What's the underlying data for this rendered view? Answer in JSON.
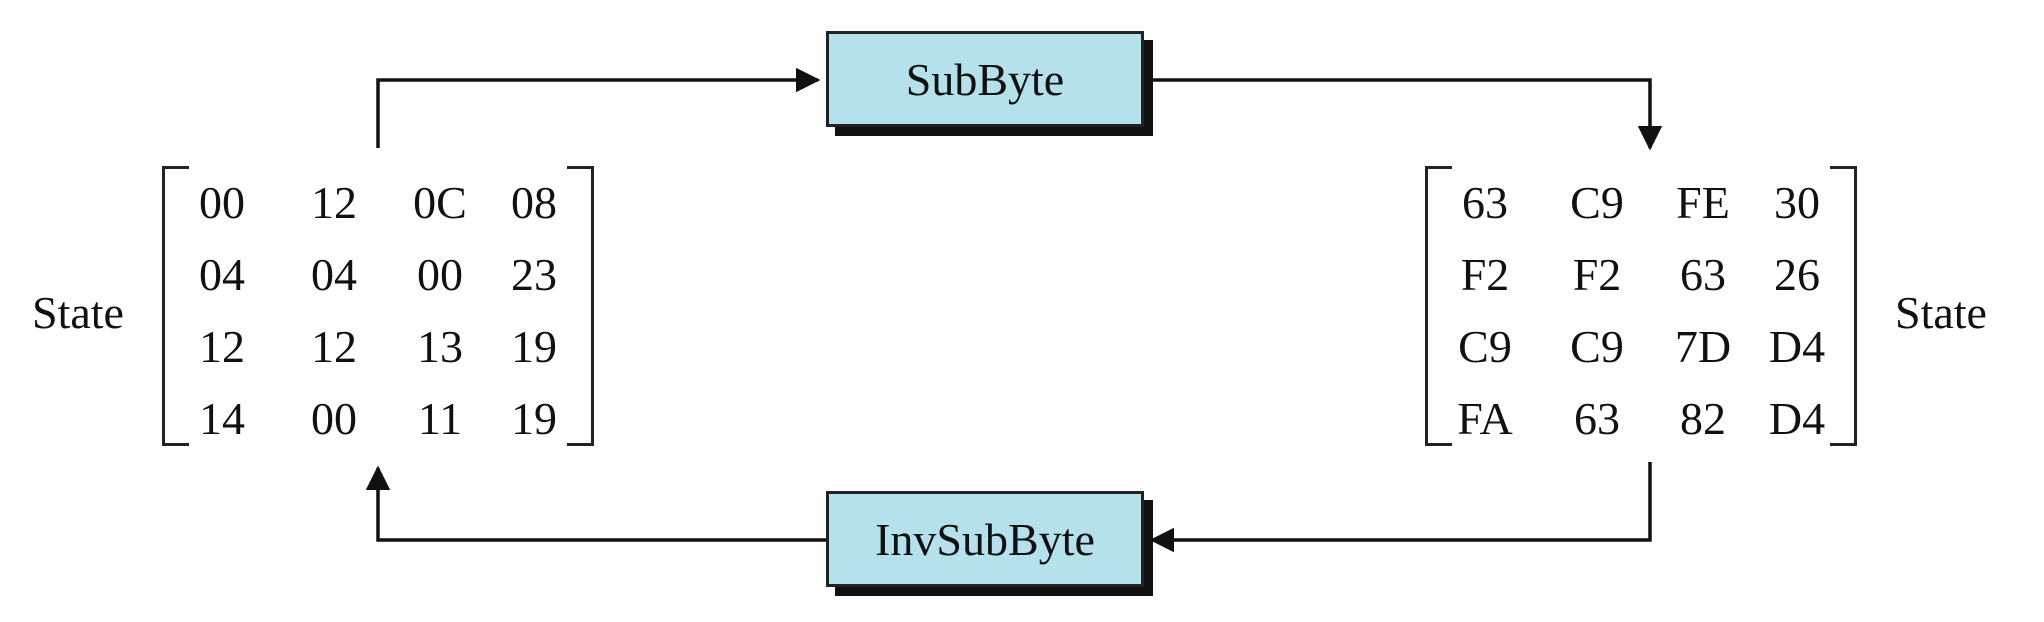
{
  "left": {
    "label": "State",
    "matrix": [
      [
        "00",
        "12",
        "0C",
        "08"
      ],
      [
        "04",
        "04",
        "00",
        "23"
      ],
      [
        "12",
        "12",
        "13",
        "19"
      ],
      [
        "14",
        "00",
        "11",
        "19"
      ]
    ]
  },
  "right": {
    "label": "State",
    "matrix": [
      [
        "63",
        "C9",
        "FE",
        "30"
      ],
      [
        "F2",
        "F2",
        "63",
        "26"
      ],
      [
        "C9",
        "C9",
        "7D",
        "D4"
      ],
      [
        "FA",
        "63",
        "82",
        "D4"
      ]
    ]
  },
  "top_box": {
    "label": "SubByte"
  },
  "bottom_box": {
    "label": "InvSubByte"
  },
  "colors": {
    "box_fill": "#b4e1ec",
    "line": "#111111"
  }
}
